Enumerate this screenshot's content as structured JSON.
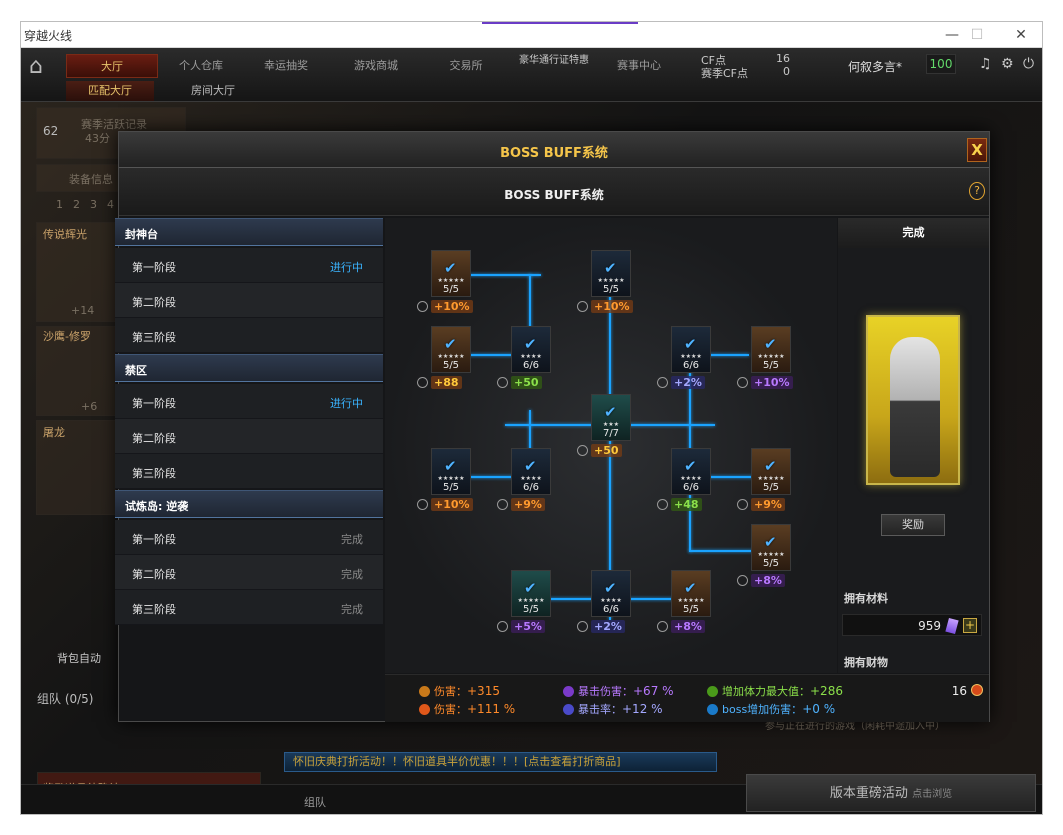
{
  "window": {
    "title": "穿越火线",
    "min": "—",
    "max": "☐",
    "close": "✕"
  },
  "nav": {
    "tabs": [
      "大厅",
      "个人仓库",
      "幸运抽奖",
      "游戏商城",
      "交易所",
      "豪华通行证特惠",
      "赛事中心"
    ],
    "sub_tabs": [
      "匹配大厅",
      "房间大厅"
    ],
    "cf_label": "CF点",
    "season_cf_label": "赛季CF点",
    "cf_value": "16",
    "season_cf_value": "0",
    "player_name": "何叙多言*",
    "hp": "100"
  },
  "background": {
    "season_record": "赛季活跃记录",
    "season_minutes": "43分",
    "level": "62",
    "equip_info": "装备信息",
    "slots": [
      "1",
      "2",
      "3",
      "4"
    ],
    "weapon1": "传说辉光",
    "weapon1_lvl": "+14",
    "weapon2": "沙鹰-修罗",
    "weapon2_lvl": "+6",
    "weapon3": "屠龙",
    "auto_bag": "背包自动",
    "team": "组队 (0/5)",
    "reward_confirm": "奖励道具待确认",
    "team_label": "组队",
    "marquee": "怀旧庆典打折活动！！怀旧道具半价优惠！！！[点击查看打折商品]",
    "promo": "版本重磅活动",
    "promo_sub": "点击浏览",
    "join_hint": "参与正在进行的游戏（闲耗中途加入中）"
  },
  "modal": {
    "title": "BOSS BUFF系统",
    "close": "X",
    "subtitle": "BOSS BUFF系统",
    "help": "?"
  },
  "stages": [
    {
      "category": "封神台",
      "items": [
        {
          "name": "第一阶段",
          "status": "进行中"
        },
        {
          "name": "第二阶段",
          "status": ""
        },
        {
          "name": "第三阶段",
          "status": ""
        }
      ]
    },
    {
      "category": "禁区",
      "items": [
        {
          "name": "第一阶段",
          "status": "进行中"
        },
        {
          "name": "第二阶段",
          "status": ""
        },
        {
          "name": "第三阶段",
          "status": ""
        }
      ]
    },
    {
      "category": "试炼岛: 逆袭",
      "items": [
        {
          "name": "第一阶段",
          "status": "完成"
        },
        {
          "name": "第二阶段",
          "status": "完成"
        },
        {
          "name": "第三阶段",
          "status": "完成"
        }
      ]
    }
  ],
  "nodes": [
    {
      "count": "5/5",
      "bonus": "+10%",
      "kind": "orange"
    },
    {
      "count": "5/5",
      "bonus": "+10%",
      "kind": "orange"
    },
    {
      "count": "5/5",
      "bonus": "+88",
      "kind": "gold"
    },
    {
      "count": "6/6",
      "bonus": "+50",
      "kind": "green"
    },
    {
      "count": "6/6",
      "bonus": "+2%",
      "kind": "blue"
    },
    {
      "count": "5/5",
      "bonus": "+10%",
      "kind": "purple"
    },
    {
      "count": "7/7",
      "bonus": "+50",
      "kind": "gold"
    },
    {
      "count": "5/5",
      "bonus": "+10%",
      "kind": "orange"
    },
    {
      "count": "6/6",
      "bonus": "+9%",
      "kind": "orange"
    },
    {
      "count": "6/6",
      "bonus": "+48",
      "kind": "green"
    },
    {
      "count": "5/5",
      "bonus": "+9%",
      "kind": "orange"
    },
    {
      "count": "5/5",
      "bonus": "+8%",
      "kind": "purple"
    },
    {
      "count": "5/5",
      "bonus": "+5%",
      "kind": "purple"
    },
    {
      "count": "6/6",
      "bonus": "+2%",
      "kind": "blue"
    },
    {
      "count": "5/5",
      "bonus": "+8%",
      "kind": "purple"
    }
  ],
  "right_panel": {
    "status": "完成",
    "claim": "奖励",
    "materials_label": "拥有材料",
    "materials_value": "959",
    "wealth_label": "拥有财物",
    "wealth_value": "16"
  },
  "stats": [
    {
      "label": "伤害：",
      "value": "+315",
      "color": "#ff8a2a"
    },
    {
      "label": "伤害：",
      "value": "+111 %",
      "color": "#ff8a2a"
    },
    {
      "label": "暴击伤害：",
      "value": "+67 %",
      "color": "#b879ff"
    },
    {
      "label": "暴击率：",
      "value": "+12 %",
      "color": "#a4a8ff"
    },
    {
      "label": "增加体力最大值：",
      "value": "+286",
      "color": "#8be04a"
    },
    {
      "label": "boss增加伤害：",
      "value": "+0 %",
      "color": "#4fb3ff"
    }
  ],
  "colors": {
    "accent_gold": "#f5c54a",
    "link_blue": "#3ab4ff",
    "line_blue": "#1aa3ff"
  }
}
